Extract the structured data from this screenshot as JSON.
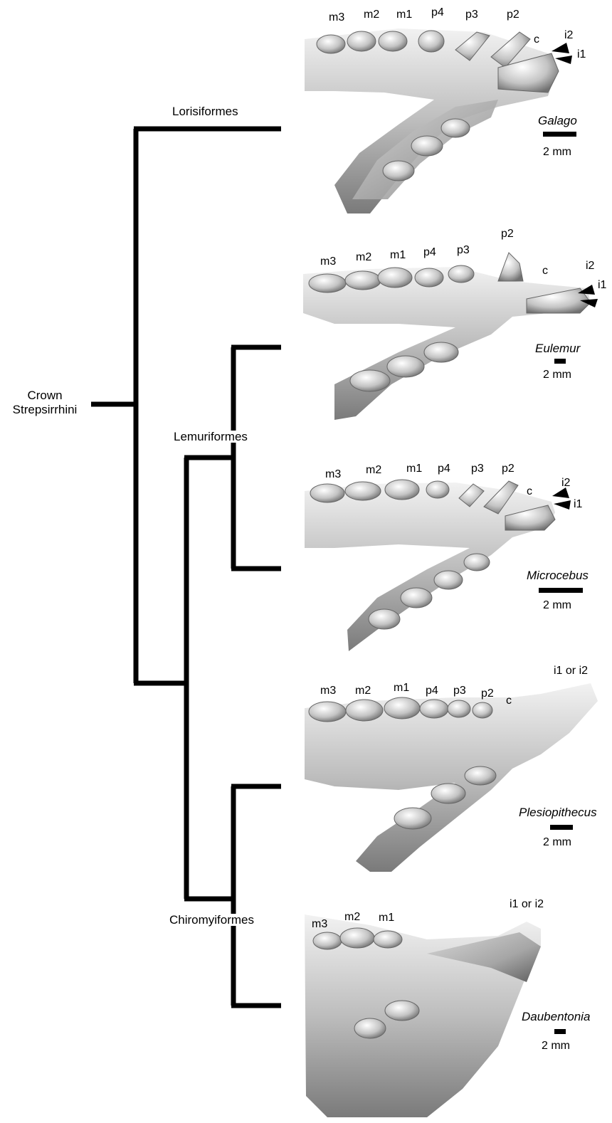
{
  "tree": {
    "root_label": "Crown\nStrepsirrhini",
    "clades": {
      "lorisiformes": "Lorisiformes",
      "lemuriformes": "Lemuriformes",
      "chiromyiformes": "Chiromyiformes"
    }
  },
  "specimens": [
    {
      "genus": "Galago",
      "scale_label": "2 mm",
      "teeth": [
        "m3",
        "m2",
        "m1",
        "p4",
        "p3",
        "p2",
        "c",
        "i2",
        "i1"
      ]
    },
    {
      "genus": "Eulemur",
      "scale_label": "2 mm",
      "teeth": [
        "m3",
        "m2",
        "m1",
        "p4",
        "p3",
        "p2",
        "c",
        "i2",
        "i1"
      ]
    },
    {
      "genus": "Microcebus",
      "scale_label": "2 mm",
      "teeth": [
        "m3",
        "m2",
        "m1",
        "p4",
        "p3",
        "p2",
        "c",
        "i2",
        "i1"
      ]
    },
    {
      "genus": "Plesiopithecus",
      "scale_label": "2 mm",
      "teeth": [
        "m3",
        "m2",
        "m1",
        "p4",
        "p3",
        "p2",
        "c",
        "i1 or i2"
      ]
    },
    {
      "genus": "Daubentonia",
      "scale_label": "2 mm",
      "teeth": [
        "m3",
        "m2",
        "m1",
        "i1 or i2"
      ]
    }
  ],
  "colors": {
    "line": "#000000",
    "bone_light": "#e6e6e6",
    "bone_mid": "#b8b8b8",
    "bone_dark": "#6e6e6e"
  }
}
